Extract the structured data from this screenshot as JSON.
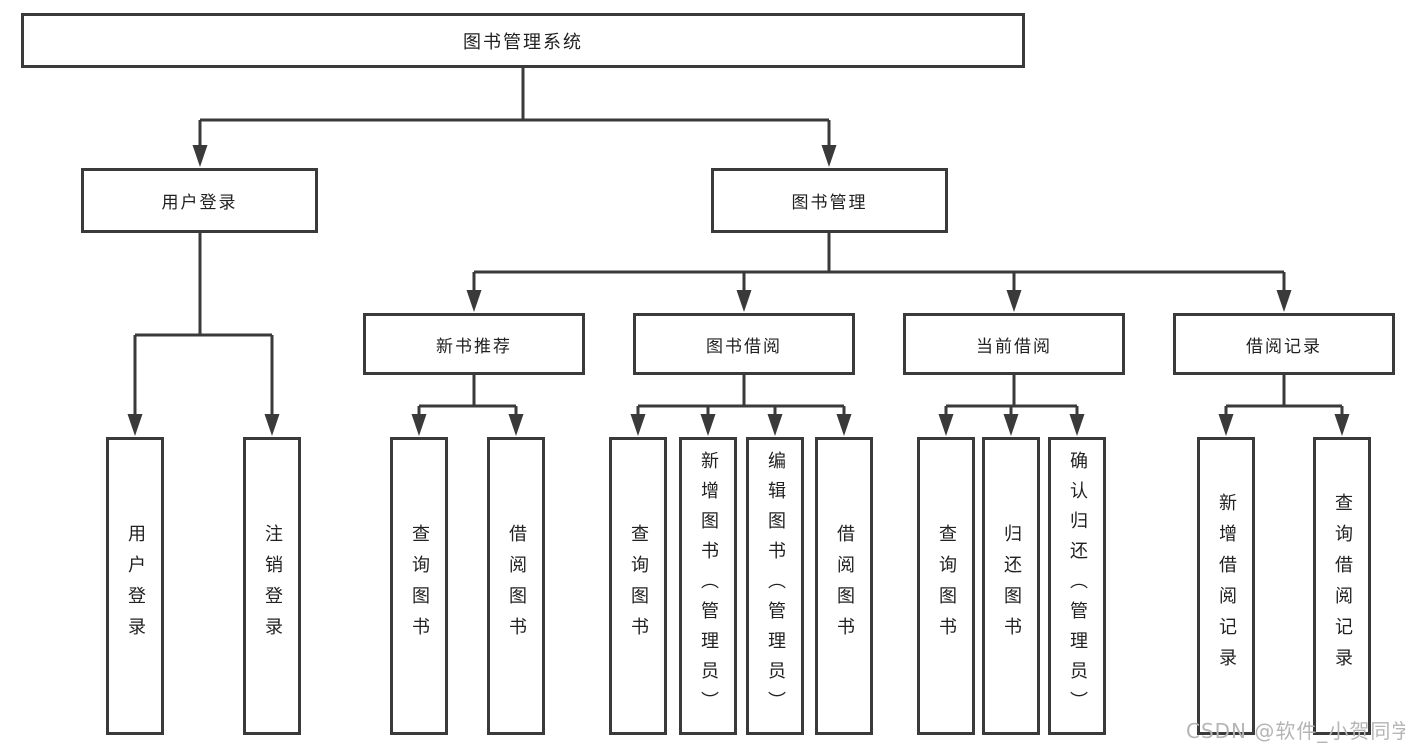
{
  "diagram": {
    "root": {
      "label": "图书管理系统",
      "children": [
        {
          "label": "用户登录",
          "children": [
            {
              "label": "用户登录"
            },
            {
              "label": "注销登录"
            }
          ]
        },
        {
          "label": "图书管理",
          "children": [
            {
              "label": "新书推荐",
              "children": [
                {
                  "label": "查询图书"
                },
                {
                  "label": "借阅图书"
                }
              ]
            },
            {
              "label": "图书借阅",
              "children": [
                {
                  "label": "查询图书"
                },
                {
                  "label": "新增图书（管理员）"
                },
                {
                  "label": "编辑图书（管理员）"
                },
                {
                  "label": "借阅图书"
                }
              ]
            },
            {
              "label": "当前借阅",
              "children": [
                {
                  "label": "查询图书"
                },
                {
                  "label": "归还图书"
                },
                {
                  "label": "确认归还（管理员）"
                }
              ]
            },
            {
              "label": "借阅记录",
              "children": [
                {
                  "label": "新增借阅记录"
                },
                {
                  "label": "查询借阅记录"
                }
              ]
            }
          ]
        }
      ]
    }
  },
  "watermark": {
    "text": "CSDN @软件_小贺同学"
  },
  "colors": {
    "line": "#3a3a3a",
    "box_border": "#3a3a3a",
    "text": "#212121",
    "watermark": "#b5b5b5",
    "background": "#ffffff"
  }
}
